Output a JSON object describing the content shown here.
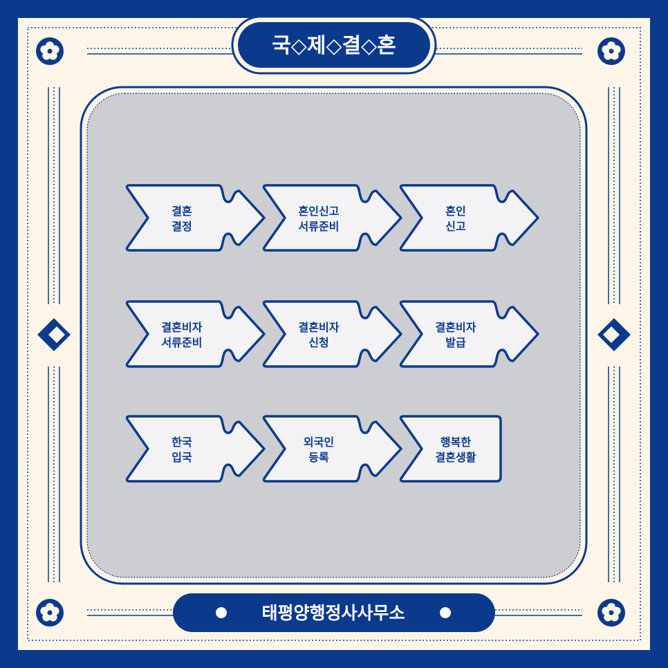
{
  "colors": {
    "navy": "#0b3a8c",
    "cream": "#fdf6e8",
    "panel": "#cdced1",
    "box": "#f3f3f5",
    "white": "#ffffff"
  },
  "header": {
    "title": "국◇제◇결◇혼"
  },
  "footer": {
    "office": "태평양행정사사무소"
  },
  "steps": [
    {
      "line1": "결혼",
      "line2": "결정"
    },
    {
      "line1": "혼인신고",
      "line2": "서류준비"
    },
    {
      "line1": "혼인",
      "line2": "신고"
    },
    {
      "line1": "결혼비자",
      "line2": "서류준비"
    },
    {
      "line1": "결혼비자",
      "line2": "신청"
    },
    {
      "line1": "결혼비자",
      "line2": "발급"
    },
    {
      "line1": "한국",
      "line2": "입국"
    },
    {
      "line1": "외국인",
      "line2": "등록"
    },
    {
      "line1": "행복한",
      "line2": "결혼생활"
    }
  ],
  "icons": {
    "corner": "plum-blossom-icon",
    "side": "diamond-icon",
    "dot": "dot-icon"
  }
}
